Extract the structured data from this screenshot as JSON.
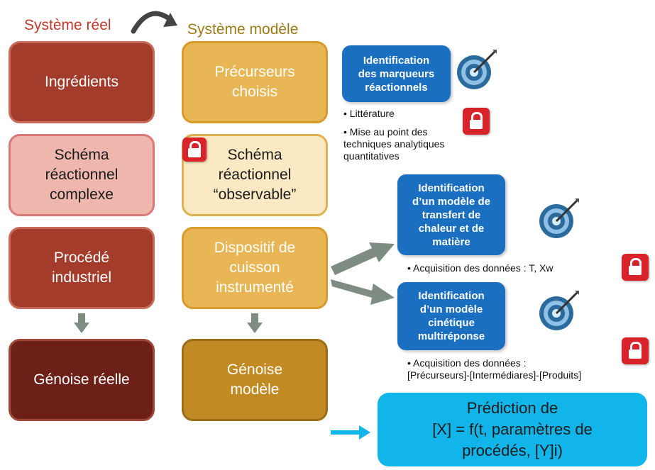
{
  "headers": {
    "real": "Système réel",
    "model": "Système modèle"
  },
  "real_column": [
    "Ingrédients",
    "Schéma\nréactionnel\ncomplexe",
    "Procédé\nindustriel",
    "Génoise réelle"
  ],
  "model_column": [
    "Précurseurs\nchoisis",
    "Schéma\nréactionnel\n“observable”",
    "Dispositif de\ncuisson\ninstrumenté",
    "Génoise\nmodèle"
  ],
  "identification": [
    "Identification\ndes marqueurs\nréactionnels",
    "Identification\nd’un modèle de\ntransfert de\nchaleur et de\nmatière",
    "Identification\nd’un modèle\ncinétique\nmultiréponse"
  ],
  "bullets": {
    "markers_1": "• Littérature",
    "markers_2": "• Mise au point des\n  techniques analytiques\n  quantitatives",
    "transfer": "• Acquisition des données :  T, Xw",
    "kinetic": "• Acquisition des données :\n  [Précurseurs]-[Intermédiares]-[Produits]"
  },
  "prediction": "Prédiction de\n[X] = f(t, paramètres de\nprocédés,  [Y]i)",
  "colors": {
    "real_header": "#c0392b",
    "model_header": "#9c7a16",
    "id_blue": "#1b6fc1",
    "prediction": "#12b5ea",
    "arrow_gray": "#7f8c82",
    "arrow_blue": "#12b5ea"
  },
  "icons": [
    "curved-arrow-icon",
    "target-icon",
    "lock-icon",
    "down-arrow-icon",
    "diagonal-arrow-icon",
    "right-arrow-icon"
  ]
}
